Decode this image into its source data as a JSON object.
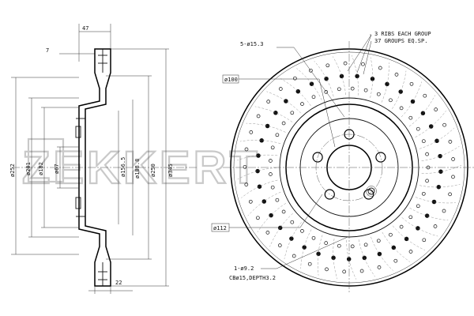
{
  "watermark": "ZEKKERT",
  "side_view": {
    "dims_top": [
      "47",
      "7"
    ],
    "dims_bottom": [
      "22"
    ],
    "dims_vertical": [
      "ø252",
      "ø201",
      "ø182",
      "ø67",
      "ø156.5",
      "ø188.8",
      "ø250",
      "ø345"
    ]
  },
  "front_view": {
    "bolt_spec": "5-ø15.3",
    "ribs_line1": "3 RIBS EACH GROUP",
    "ribs_line2": "37 GROUPS EQ.SP.",
    "hub_dia": "ø100",
    "pcd_dia": "ø112",
    "hole_line1": "1-ø9.2",
    "hole_line2": "CBø15,DEPTH3.2",
    "drill_groups": 37,
    "bolt_count": 5
  },
  "colors": {
    "line": "#111111",
    "watermark": "#c9c9c9"
  }
}
